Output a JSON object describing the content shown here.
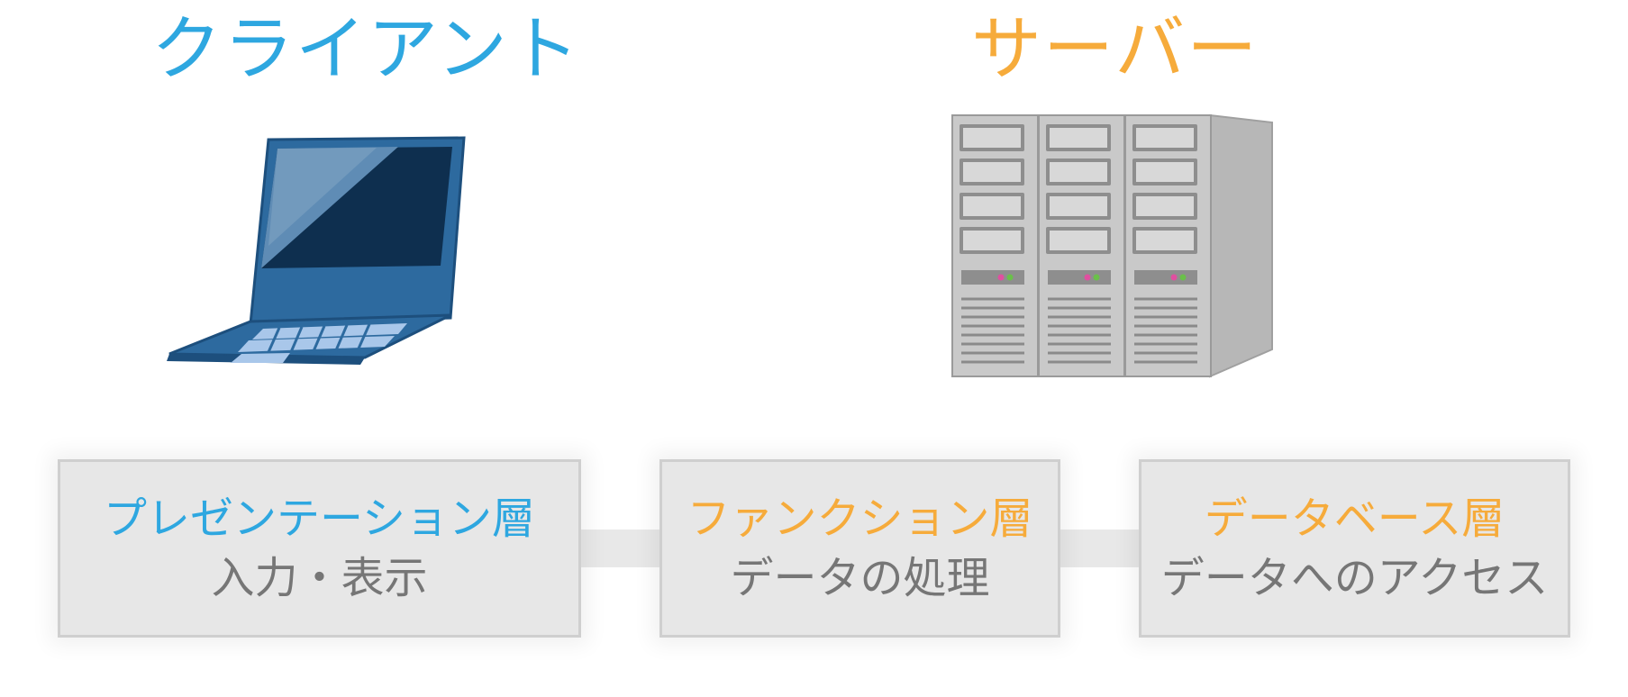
{
  "headings": {
    "client": "クライアント",
    "server": "サーバー"
  },
  "illustrations": {
    "client": "laptop-icon",
    "server": "server-rack-icon"
  },
  "layers": [
    {
      "title": "プレゼンテーション層",
      "description": "入力・表示",
      "color": "#2ea7e0"
    },
    {
      "title": "ファンクション層",
      "description": "データの処理",
      "color": "#f6ab3b"
    },
    {
      "title": "データベース層",
      "description": "データへのアクセス",
      "color": "#f6ab3b"
    }
  ],
  "colors": {
    "client_accent": "#2ea7e0",
    "server_accent": "#f6ab3b",
    "box_fill": "#e7e7e7",
    "box_border": "#cfcfcf",
    "description_text": "#767676"
  }
}
